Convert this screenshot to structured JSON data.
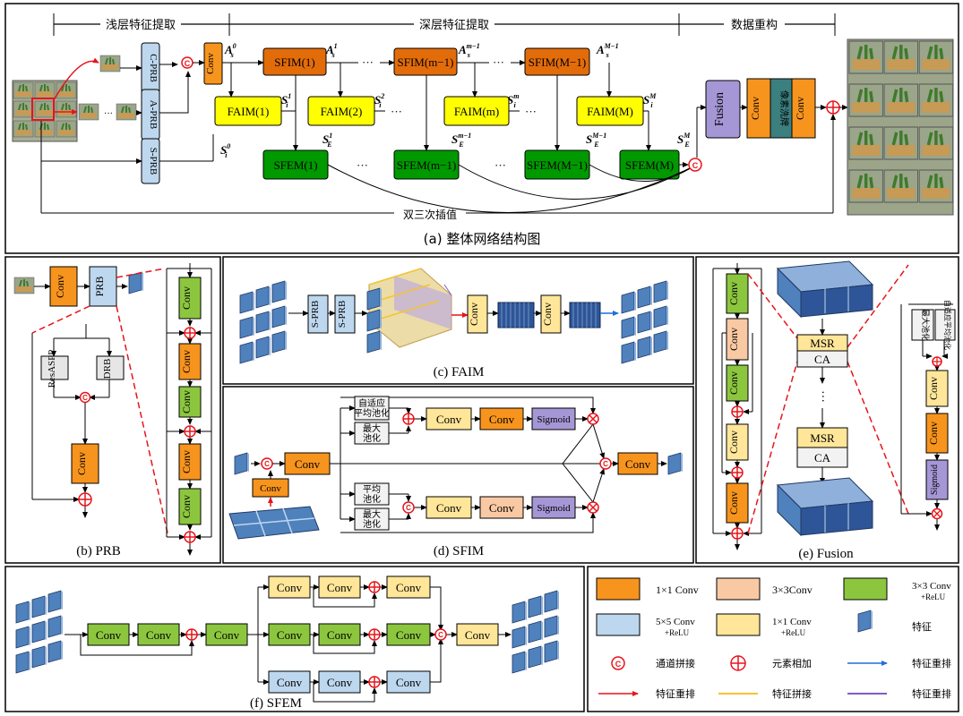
{
  "colors": {
    "orange": "#F7941D",
    "orange_light": "#F9C9A4",
    "yellow": "#FFFF00",
    "orange_dark": "#E36C0A",
    "green": "#009900",
    "green_light": "#8CC63F",
    "blue_light": "#BDD7EE",
    "cream": "#FFE699",
    "purple": "#A597D6",
    "purple_dark": "#8E7CC3",
    "teal": "#3B7F7F",
    "grey_block": "#E7E6E6",
    "red": "#E8141B",
    "feature_blue": "#4F81BD"
  },
  "panel_a": {
    "stage_shallow": "浅层特征提取",
    "stage_deep": "深层特征提取",
    "stage_recon": "数据重构",
    "c_prb": "C-PRB",
    "a_prb": "A-PRB",
    "s_prb": "S-PRB",
    "conv": "Conv",
    "sfim": [
      "SFIM(1)",
      "SFIM(m−1)",
      "SFIM(M−1)"
    ],
    "faim": [
      "FAIM(1)",
      "FAIM(2)",
      "FAIM(m)",
      "FAIM(M)"
    ],
    "sfem": [
      "SFEM(1)",
      "SFEM(m−1)",
      "SFEM(M−1)",
      "SFEM(M)"
    ],
    "fusion": "Fusion",
    "pixel_shuffle": "像素洗牌",
    "bicubic": "双三次插值",
    "caption": "(a) 整体网络结构图",
    "vars": {
      "A0": "A",
      "A0_sup": "0",
      "A0_sub": "s",
      "A1": "A",
      "A1_sup": "1",
      "A1_sub": "s",
      "Am": "A",
      "Am_sup": "m−1",
      "Am_sub": "s",
      "AM": "A",
      "AM_sup": "M−1",
      "AM_sub": "s",
      "S0": "S",
      "S0_sup": "0",
      "S0_sub": "i",
      "S1": "S",
      "S1_sup": "1",
      "S1_sub": "i",
      "S2": "S",
      "S2_sup": "2",
      "S2_sub": "i",
      "Sm": "S",
      "Sm_sup": "m",
      "Sm_sub": "i",
      "SM": "S",
      "SM_sup": "M",
      "SM_sub": "i",
      "E1": "S",
      "E1_sup": "1",
      "E1_sub": "E",
      "Em": "S",
      "Em_sup": "m−1",
      "Em_sub": "E",
      "EM1": "S",
      "EM1_sup": "M−1",
      "EM1_sub": "E",
      "EM": "S",
      "EM_sup": "M",
      "EM_sub": "E"
    },
    "dots": "···"
  },
  "panel_b": {
    "conv": "Conv",
    "prb": "PRB",
    "resaspp": "ResASPP",
    "drb": "DRB",
    "caption": "(b) PRB"
  },
  "panel_c": {
    "s_prb": "S-PRB",
    "conv": "Conv",
    "caption": "(c) FAIM"
  },
  "panel_d": {
    "adaptive_avg_pool": "自适应\n平均池化",
    "max_pool": "最大\n池化",
    "avg_pool": "平均\n池化",
    "conv": "Conv",
    "sigmoid": "Sigmoid",
    "caption": "(d) SFIM"
  },
  "panel_e": {
    "conv": "Conv",
    "msr": "MSR",
    "ca": "CA",
    "max_pool": "最大池化",
    "adaptive_avg_pool": "自适应平均池化",
    "sigmoid": "Sigmoid",
    "caption": "(e) Fusion"
  },
  "panel_f": {
    "conv": "Conv",
    "caption": "(f) SFEM"
  },
  "legend": {
    "conv1": "1×1 Conv",
    "conv3": "3×3Conv",
    "conv3relu": "3×3 Conv",
    "conv3relu_sub": "+ReLU",
    "conv5relu": "5×5 Conv",
    "conv5relu_sub": "+ReLU",
    "conv1relu": "1×1 Conv",
    "conv1relu_sub": "+ReLU",
    "feature": "特征",
    "concat": "通道拼接",
    "add": "元素相加",
    "rearrange_blue": "特征重排",
    "rearrange_red": "特征重排",
    "concat_yellow": "特征拼接",
    "concat_purple": "特征重排"
  }
}
